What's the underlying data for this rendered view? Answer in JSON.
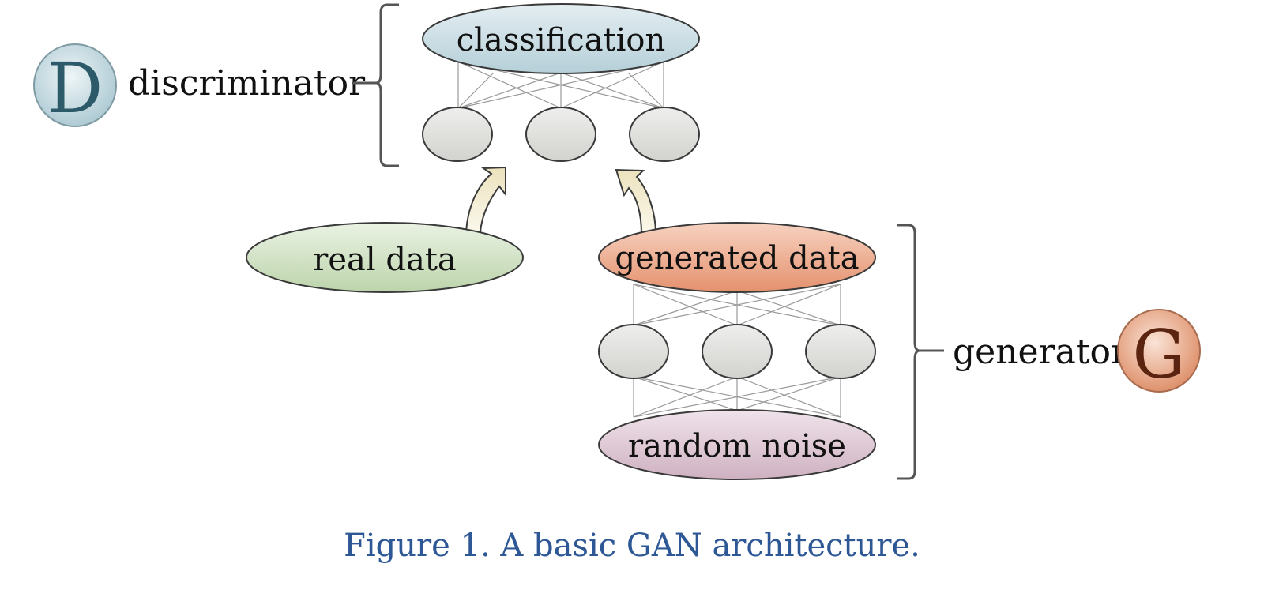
{
  "discriminator": {
    "badge_letter": "D",
    "label": "discriminator",
    "output_node": "classification"
  },
  "generator": {
    "badge_letter": "G",
    "label": "generator",
    "output_node": "generated data",
    "input_node": "random noise"
  },
  "real_data": "real data",
  "caption": "Figure 1. A basic GAN architecture.",
  "colors": {
    "discriminator_badge": "#c9dde4",
    "generator_badge": "#e6a080",
    "classification_fill": "#c6dbe2",
    "real_data_fill": "#cfe0c3",
    "generated_data_fill": "#eba78a",
    "random_noise_fill": "#dcc6d2",
    "hidden_node_fill": "#dcdcda",
    "arrow_fill": "#f1ebd0",
    "caption_text": "#2e5795"
  }
}
